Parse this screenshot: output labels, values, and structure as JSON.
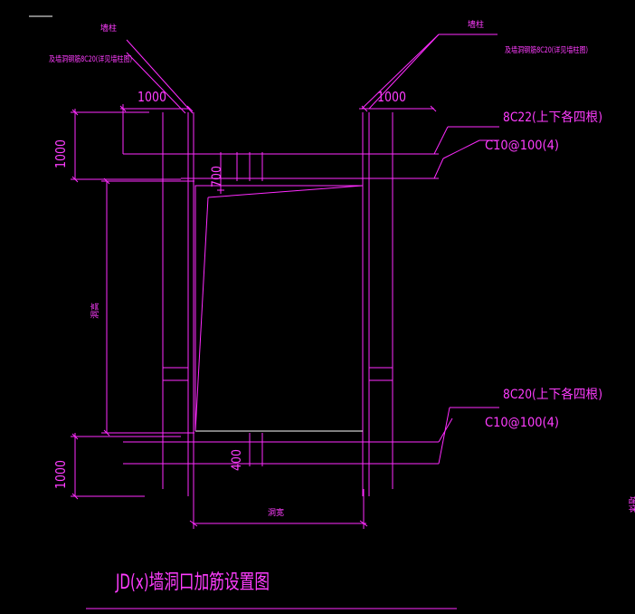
{
  "title": "JD(x)墙洞口加筋设置图",
  "labels": {
    "tl_wall_col": "墙柱",
    "tl_rebar_note": "及墙洞钢筋8C20(详见墙柱图)",
    "tr_wall_col": "墙柱",
    "tr_rebar_note": "及墙洞钢筋8C20(详见墙柱图)",
    "dim_top_left": "1000",
    "dim_top_right": "1000",
    "dim_left_top": "1000",
    "dim_left_bottom": "1000",
    "dim_700": "700",
    "dim_400": "400",
    "hole_height": "洞高",
    "hole_width": "洞宽",
    "top_main_rebar": "8C22(上下各四根)",
    "top_stirrup": "C10@100(4)",
    "bottom_main_rebar": "8C20(上下各四根)",
    "bottom_stirrup": "C10@100(4)",
    "right_edge": "墙体"
  },
  "colors": {
    "background": "#000000",
    "drawing": "#ff2bff",
    "text": "#ff3dff",
    "white_line": "#ffffff"
  }
}
